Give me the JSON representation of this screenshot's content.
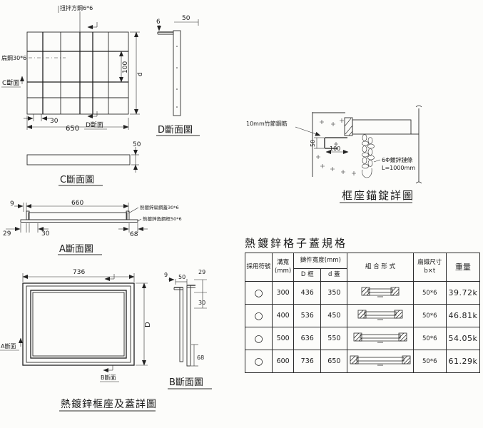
{
  "plan": {
    "label_top": "扭拌方鋼6*6",
    "label_left": "扁鋼30*6",
    "marker_c": "C斷面",
    "marker_d": "D斷面",
    "dim_30": "30",
    "dim_650": "650",
    "dim_100": "100",
    "dim_d": "d"
  },
  "section_d": {
    "title": "D斷面圖",
    "dim_6": "6",
    "dim_50": "50"
  },
  "section_c": {
    "title": "C斷面圖",
    "dim_50": "50"
  },
  "section_a": {
    "title": "A斷面圖",
    "dim_9": "9",
    "dim_660": "660",
    "dim_29": "29",
    "dim_30": "30",
    "dim_68": "68",
    "label_cover": "熱鍍鋅扁鋼蓋30*6",
    "label_frame": "熱鍍鋅角鋼框50*6"
  },
  "anchor": {
    "title": "框座錨錠詳圖",
    "label_rebar": "10mm竹節鋼筋",
    "dim_50": "50",
    "dim_100": "100",
    "chain_line1": "6Φ鍍鋅鏈條",
    "chain_line2": "L=1000mm"
  },
  "frame": {
    "title": "熱鍍鋅框座及蓋詳圖",
    "dim_736": "736",
    "dim_D": "D",
    "marker_a": "A斷面",
    "marker_b": "B斷面"
  },
  "section_b": {
    "title": "B斷面圖",
    "dim_9": "9",
    "dim_50": "50",
    "dim_29": "29",
    "dim_30": "30",
    "dim_68": "68"
  },
  "table": {
    "title": "熱鍍鋅格子蓋規格",
    "h_symbol": "採用符號",
    "h_groove": "溝寬",
    "h_groove_unit": "(mm)",
    "h_width": "鑄件寬度(mm)",
    "h_frame": "D 框",
    "h_cover": "d 蓋",
    "h_assembly": "組 合 形 式",
    "h_angle": "扁鐵尺寸",
    "h_angle_sub": "b×t",
    "h_weight": "重量",
    "rows": [
      {
        "symbol": "○",
        "groove": "300",
        "frame_w": "436",
        "cover_w": "350",
        "angle": "50*6",
        "weight": "39.72k"
      },
      {
        "symbol": "○",
        "groove": "400",
        "frame_w": "536",
        "cover_w": "450",
        "angle": "50*6",
        "weight": "46.81k"
      },
      {
        "symbol": "○",
        "groove": "500",
        "frame_w": "636",
        "cover_w": "550",
        "angle": "50*6",
        "weight": "54.05k"
      },
      {
        "symbol": "○",
        "groove": "600",
        "frame_w": "736",
        "cover_w": "650",
        "angle": "50*6",
        "weight": "61.29k"
      }
    ]
  }
}
